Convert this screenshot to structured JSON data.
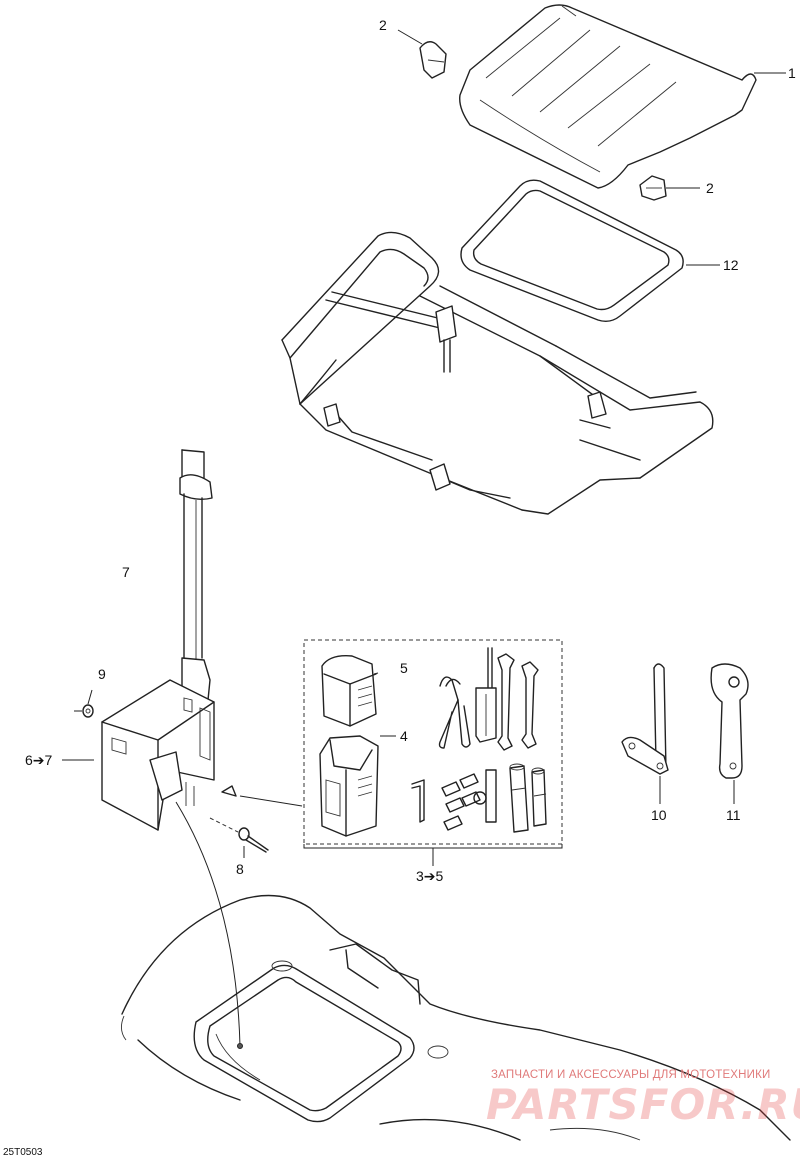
{
  "drawing_code": "25T0503",
  "callouts": [
    {
      "id": "1",
      "text": "1"
    },
    {
      "id": "2a",
      "text": "2"
    },
    {
      "id": "2b",
      "text": "2"
    },
    {
      "id": "12",
      "text": "12"
    },
    {
      "id": "7",
      "text": "7"
    },
    {
      "id": "9",
      "text": "9"
    },
    {
      "id": "6-7",
      "text": "6➔7"
    },
    {
      "id": "5",
      "text": "5"
    },
    {
      "id": "4",
      "text": "4"
    },
    {
      "id": "8",
      "text": "8"
    },
    {
      "id": "3-5",
      "text": "3➔5"
    },
    {
      "id": "10",
      "text": "10"
    },
    {
      "id": "11",
      "text": "11"
    }
  ],
  "watermark": {
    "tagline": "ЗАПЧАСТИ И АКСЕССУАРЫ ДЛЯ МОТОТЕХНИКИ",
    "logo": "PARTSFOR.RU"
  }
}
